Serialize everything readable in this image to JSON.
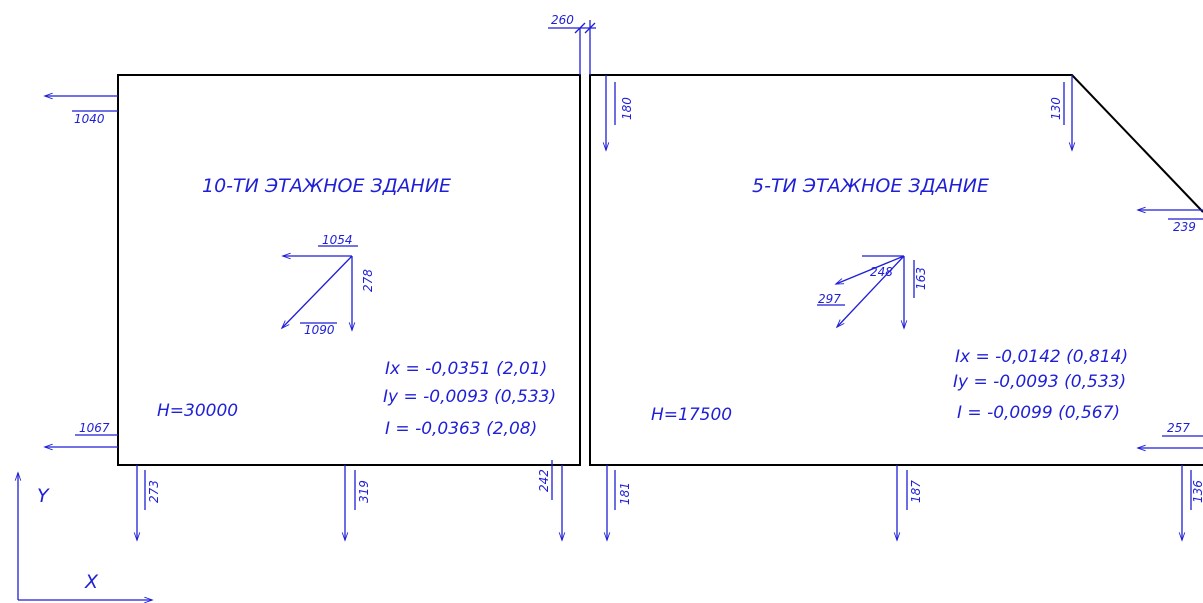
{
  "colors": {
    "annotation": "#1f1fd6",
    "outline": "#000000",
    "background": "#ffffff"
  },
  "gap_dimension": "260",
  "axes": {
    "y_label": "Y",
    "x_label": "X"
  },
  "building_left": {
    "title": "10-ТИ ЭТАЖНОЕ ЗДАНИЕ",
    "height": "H=30000",
    "results": [
      "Ix = -0,0351 (2,01)",
      "Iy = -0,0093 (0,533)",
      "I = -0,0363 (2,08)"
    ],
    "loads": {
      "top_left": "1040",
      "bottom_left": "1067",
      "center_x": "1054",
      "center_y": "278",
      "center_diag": "1090",
      "bottom_1": "273",
      "bottom_2": "319",
      "bottom_3": "242"
    }
  },
  "building_right": {
    "title": "5-ТИ ЭТАЖНОЕ ЗДАНИЕ",
    "height": "H=17500",
    "results": [
      "Ix = -0,0142 (0,814)",
      "Iy = -0,0093 (0,533)",
      "I = -0,0099 (0,567)"
    ],
    "loads": {
      "top_left": "180",
      "top_right": "130",
      "right_upper": "239",
      "right_lower": "257",
      "center_x": "248",
      "center_y": "163",
      "center_diag": "297",
      "bottom_1": "181",
      "bottom_2": "187",
      "bottom_3": "136"
    }
  }
}
